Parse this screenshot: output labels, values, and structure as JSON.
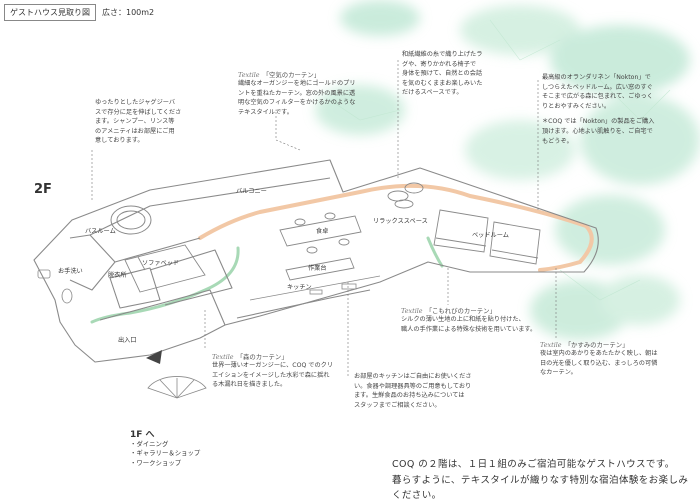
{
  "header": {
    "title": "ゲストハウス見取り図",
    "area": "広さ：100m2"
  },
  "floor": "2F",
  "rooms": {
    "balcony": "バルコニー",
    "bathroom": "バスルーム",
    "sofa_bed": "ソファベッド",
    "dressing_room": "脱衣所",
    "toilet": "お手洗い",
    "dining_table": "食卓",
    "relax_space": "リラックススペース",
    "bedroom": "ベッドルーム",
    "worktable": "作業台",
    "kitchen": "キッチン",
    "entrance": "出入口"
  },
  "textile_tag": "Textile",
  "textile_notes": {
    "air": {
      "title": "「空気のカーテン」",
      "lines": [
        "繊細なオーガンジーを地にゴールドのプリ",
        "ントを重ねたカーテン。窓の外の風景に透",
        "明な空気のフィルターをかけるかのような",
        "テキスタイルです。"
      ]
    },
    "forest": {
      "title": "「森のカーテン」",
      "lines": [
        "世界一薄いオーガンジーに、COQ でのクリ",
        "エイションをイメージした水彩で森に揺れ",
        "る木漏れ日を描きました。"
      ]
    },
    "komorebi": {
      "title": "「こもれびのカーテン」",
      "lines": [
        "シルクの薄い生地の上に和紙を貼り付けた、",
        "職人の手作業による特殊な技術を用いています。"
      ]
    },
    "haze": {
      "title": "「かすみのカーテン」",
      "lines": [
        "夜は室内のあかりをあたたかく映し、朝は",
        "日の光を優しく取り込む、まっしろの可憐",
        "なカーテン。"
      ]
    }
  },
  "notes": {
    "bath": [
      "ゆったりとしたジャグジーバ",
      "スで存分に足を伸ばしてくださ",
      "ます。シャンプー、リンス等",
      "のアメニティはお部屋にご用",
      "意しております。"
    ],
    "relax": [
      "和紙繊維の糸で織り上げたラ",
      "グや、寄りかかれる椅子で",
      "身体を預けて、自然との会話",
      "を気のむくままお楽しみいた",
      "だけるスペースです。"
    ],
    "bedding": [
      "最高級のオランダリネン「Nokton」で",
      "しつらえたベッドルーム。広い窓のすぐ",
      "そこまで広がる森に包まれて、ごゆっく",
      "りとおやすみください。",
      "",
      "＊COQ では「Nokton」の製品をご購入",
      "頂けます。心地よい肌触りを、ご自宅で",
      "もどうぞ。"
    ],
    "kitchen": [
      "お部屋のキッチンはご自由にお使いくださ",
      "い。食器や調理器具等のご用意もしており",
      "ます。生鮮食品のお持ち込みについては",
      "スタッフまでご相談ください。"
    ]
  },
  "first_floor": {
    "label": "1F へ",
    "items": [
      "・ダイニング",
      "・ギャラリー＆ショップ",
      "・ワークショップ"
    ]
  },
  "bottom_message": [
    "COQ の２階は、１日１組のみご宿泊可能なゲストハウスです。",
    "暮らすように、テキスタイルが織りなす特別な宿泊体験をお楽しみください。"
  ],
  "colors": {
    "line": "#8a8a8a",
    "orange_curtain": "#f2c8a6",
    "green_curtain": "#a8d9b6",
    "foliage": "#9fdcbf"
  }
}
